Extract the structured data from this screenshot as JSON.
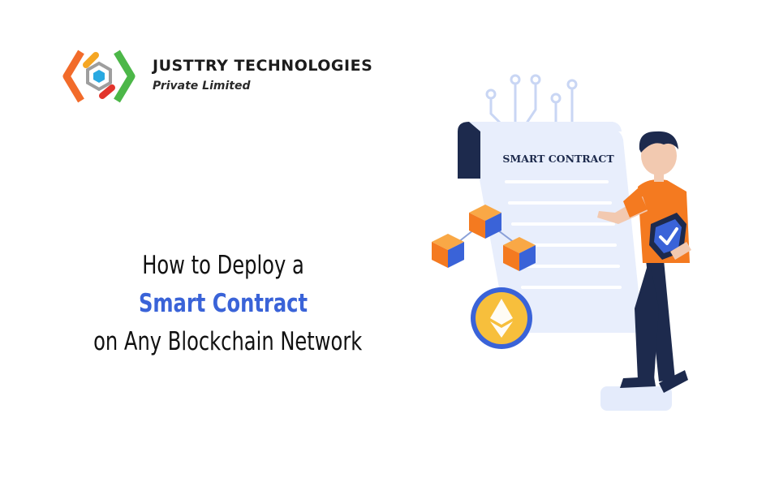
{
  "brand": {
    "name": "JUSTTRY TECHNOLOGIES",
    "subtitle": "Private Limited"
  },
  "headline": {
    "line1": "How to Deploy a",
    "line2": "Smart Contract",
    "line3": "on Any Blockchain Network"
  },
  "illustration": {
    "document_title": "SMART CONTRACT"
  },
  "colors": {
    "accent": "#3a63d8",
    "orange": "#f47a20",
    "navy": "#1d2a4d",
    "paper": "#e8eefc",
    "gold": "#f7bf3c"
  }
}
